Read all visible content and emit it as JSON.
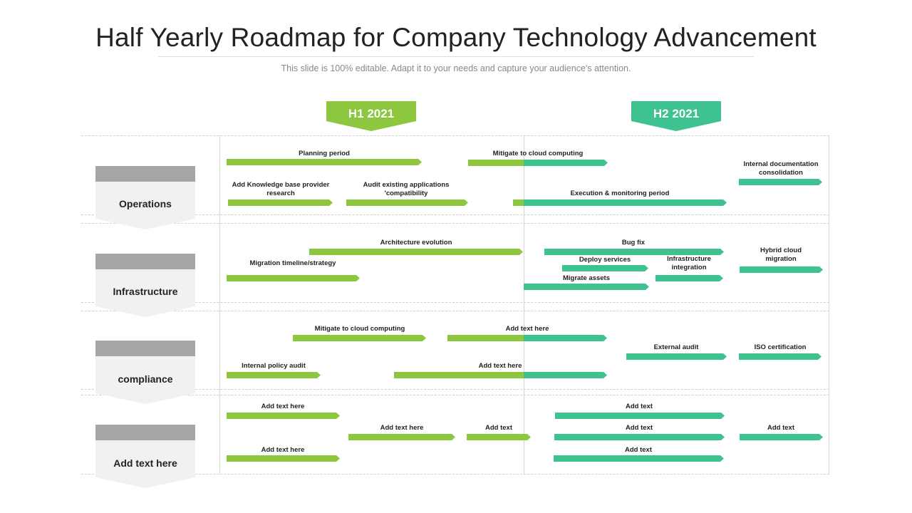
{
  "title": "Half Yearly Roadmap for Company Technology Advancement",
  "subtitle": "This slide is 100% editable. Adapt it to your needs and capture your audience's attention.",
  "colors": {
    "h1": "#8dc63f",
    "h2": "#3ec28f",
    "tab_head": "#a6a6a6",
    "tab_body": "#f1f1f1"
  },
  "periods": [
    {
      "label": "H1 2021"
    },
    {
      "label": "H2 2021"
    }
  ],
  "rows": [
    {
      "label": "Operations"
    },
    {
      "label": "Infrastructure"
    },
    {
      "label": "compliance"
    },
    {
      "label": "Add text here"
    }
  ],
  "tasks": [
    {
      "label": "Planning period"
    },
    {
      "label": "Mitigate to cloud computing"
    },
    {
      "label": "Internal documentation consolidation"
    },
    {
      "label": "Add Knowledge base provider research"
    },
    {
      "label": "Audit existing applications 'compatibility"
    },
    {
      "label": "Execution & monitoring period"
    },
    {
      "label": "Architecture evolution"
    },
    {
      "label": "Bug fix"
    },
    {
      "label": "Deploy services"
    },
    {
      "label": "Infrastructure integration"
    },
    {
      "label": "Hybrid cloud migration"
    },
    {
      "label": "Migration timeline/strategy"
    },
    {
      "label": "Migrate assets"
    },
    {
      "label": "Mitigate to cloud computing"
    },
    {
      "label": "Add text here"
    },
    {
      "label": "External audit"
    },
    {
      "label": "ISO certification"
    },
    {
      "label": "Internal policy audit"
    },
    {
      "label": "Add text here"
    },
    {
      "label": "Add text here"
    },
    {
      "label": "Add text"
    },
    {
      "label": "Add text here"
    },
    {
      "label": "Add text"
    },
    {
      "label": "Add text"
    },
    {
      "label": "Add text"
    },
    {
      "label": "Add text here"
    },
    {
      "label": "Add text"
    }
  ]
}
